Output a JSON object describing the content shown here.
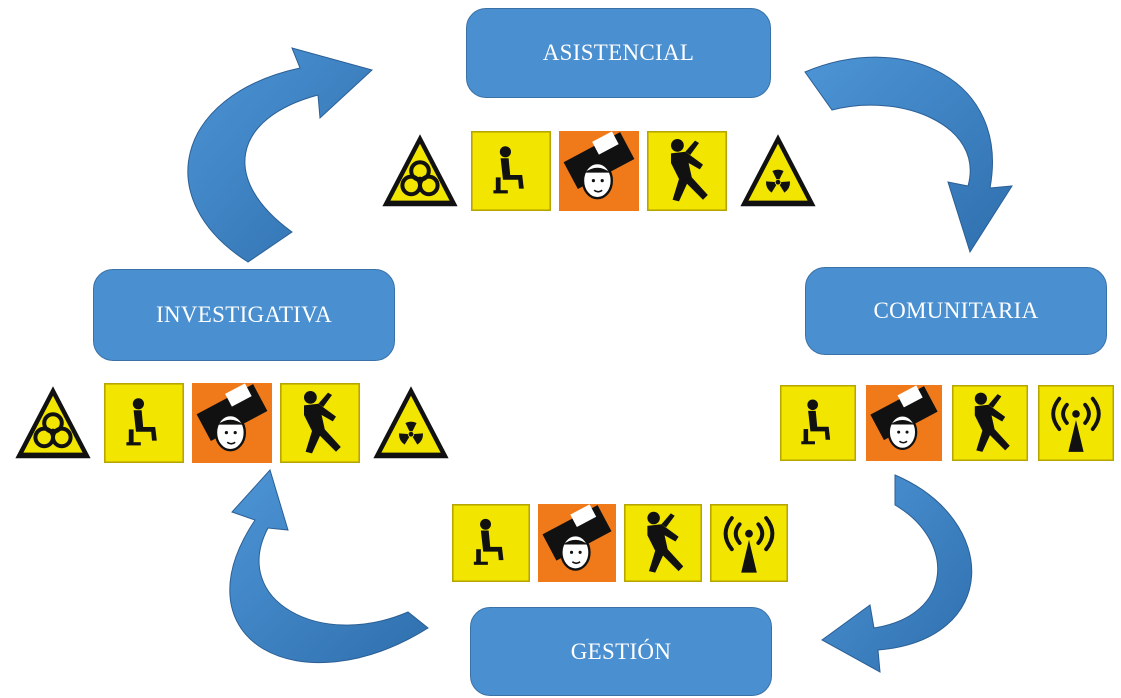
{
  "diagram": {
    "nodes": {
      "asistencial": "ASISTENCIAL",
      "comunitaria": "COMUNITARIA",
      "investigativa": "INVESTIGATIVA",
      "gestion": "GESTIÓN"
    },
    "icon_groups": {
      "asistencial": [
        "biohazard-icon",
        "seated-worker-icon",
        "head-injury-icon",
        "falling-person-icon",
        "radiation-icon"
      ],
      "investigativa": [
        "biohazard-icon",
        "seated-worker-icon",
        "head-injury-icon",
        "falling-person-icon",
        "radiation-icon"
      ],
      "comunitaria": [
        "seated-worker-icon",
        "head-injury-icon",
        "falling-person-icon",
        "non-ionizing-radiation-icon"
      ],
      "gestion": [
        "seated-worker-icon",
        "head-injury-icon",
        "falling-person-icon",
        "non-ionizing-radiation-icon"
      ]
    },
    "colors": {
      "node_fill": "#4a8fd0",
      "arrow_fill": "#3b7fc4",
      "sign_yellow": "#f2e600",
      "sign_orange": "#f07a1a"
    }
  }
}
